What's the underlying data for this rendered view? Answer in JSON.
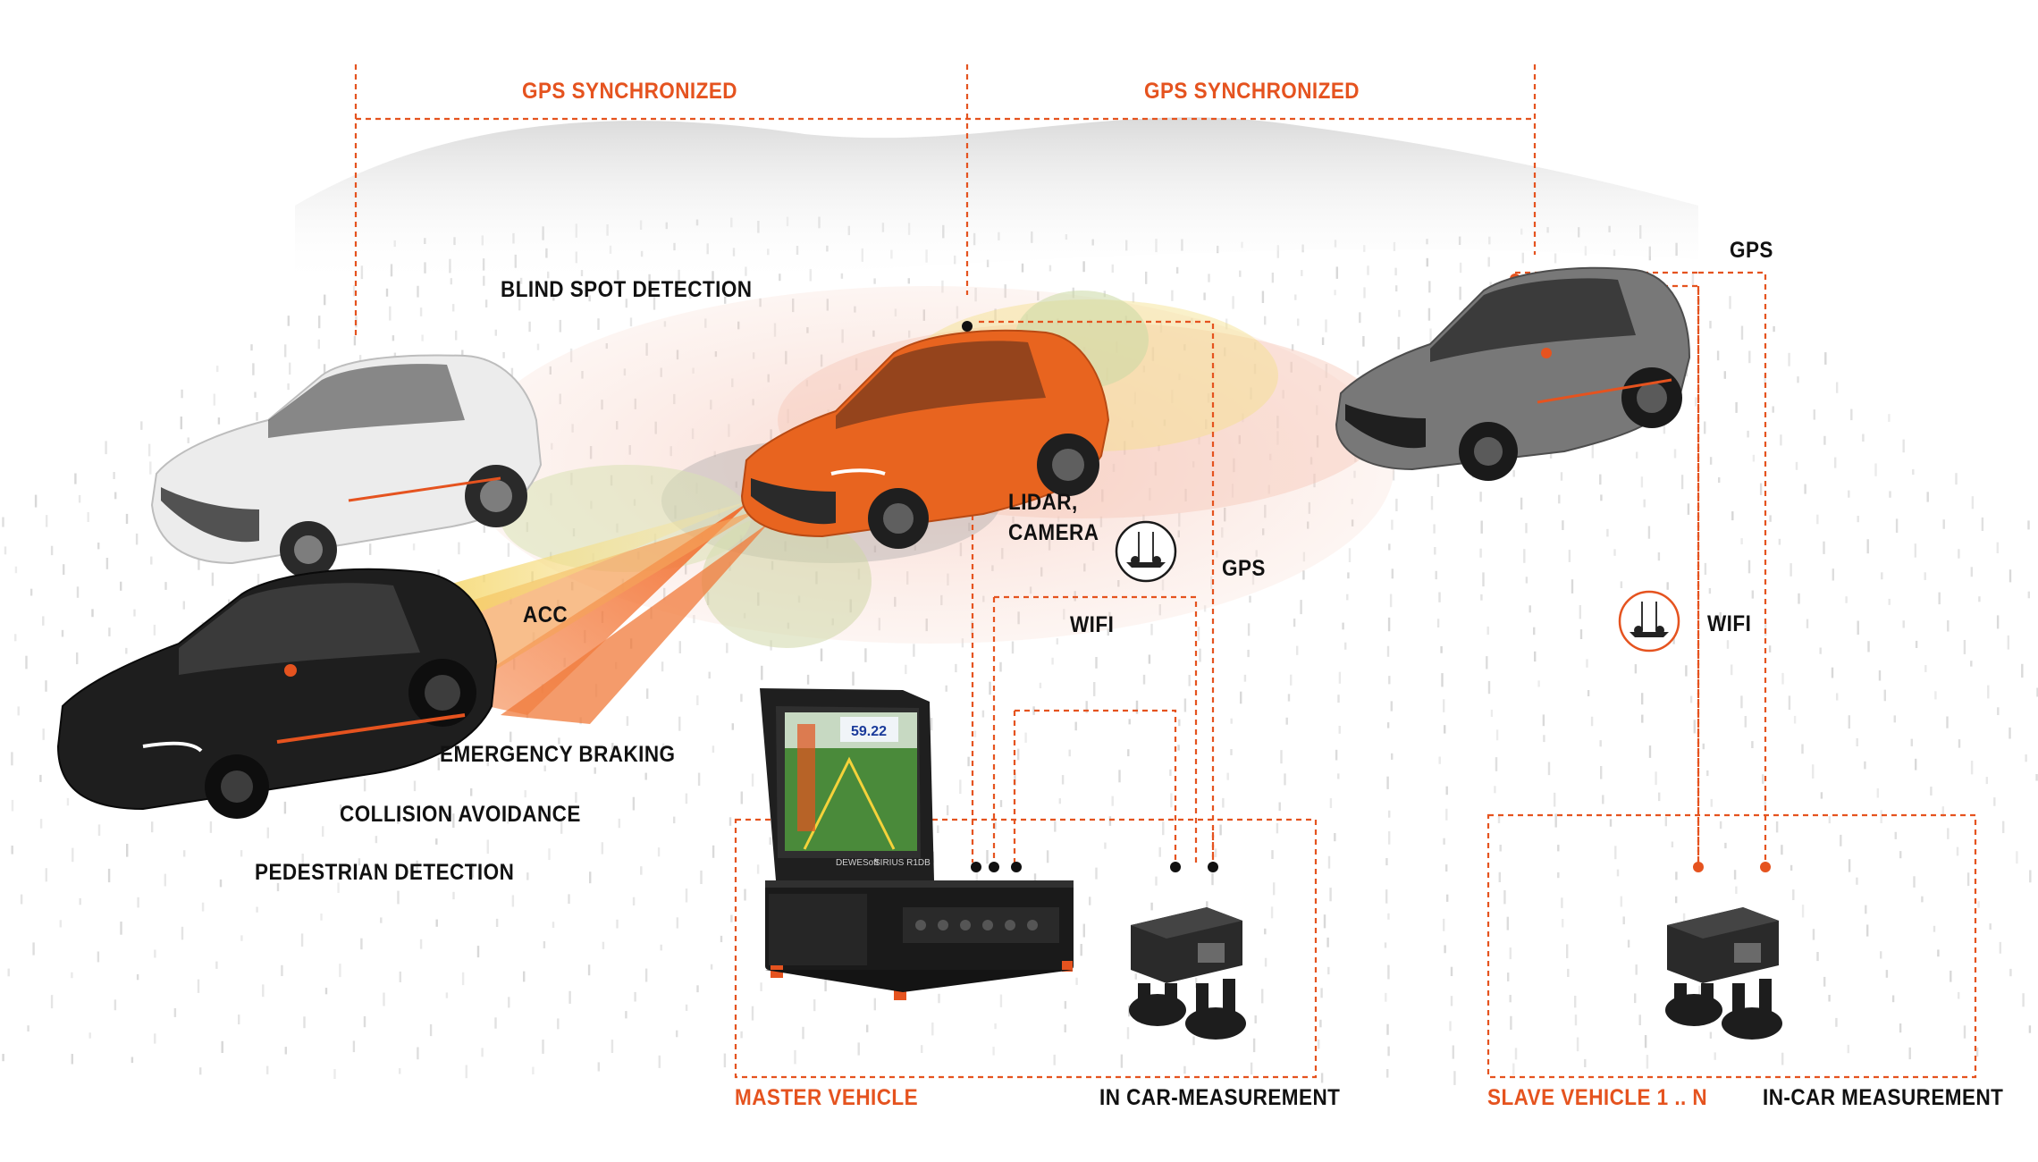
{
  "labels": {
    "gps_synchronized_left": "GPS SYNCHRONIZED",
    "gps_synchronized_right": "GPS SYNCHRONIZED",
    "blind_spot_detection": "BLIND SPOT DETECTION",
    "acc": "ACC",
    "lidar": "LIDAR,",
    "camera": "CAMERA",
    "gps_master": "GPS",
    "wifi_master": "WIFI",
    "gps_slave": "GPS",
    "wifi_slave": "WIFI",
    "emergency_braking": "EMERGENCY BRAKING",
    "collision_avoidance": "COLLISION AVOIDANCE",
    "pedestrian_detection": "PEDESTRIAN DETECTION",
    "master_vehicle": "MASTER VEHICLE",
    "in_car_measurement_master": "IN CAR-MEASUREMENT",
    "slave_vehicle": "SLAVE VEHICLE 1 .. N",
    "in_car_measurement_slave": "IN-CAR MEASUREMENT"
  },
  "device": {
    "brand": "DEWESoft",
    "model": "SIRIUS R1DB",
    "screen_readout": "59.22"
  },
  "colors": {
    "accent": "#e5531f",
    "dash_line": "#e5531f",
    "text": "#111111",
    "car_orange": "#e8641f",
    "car_white": "#eeeeee",
    "car_black": "#1c1c1c",
    "car_grey": "#6f6f6f"
  }
}
